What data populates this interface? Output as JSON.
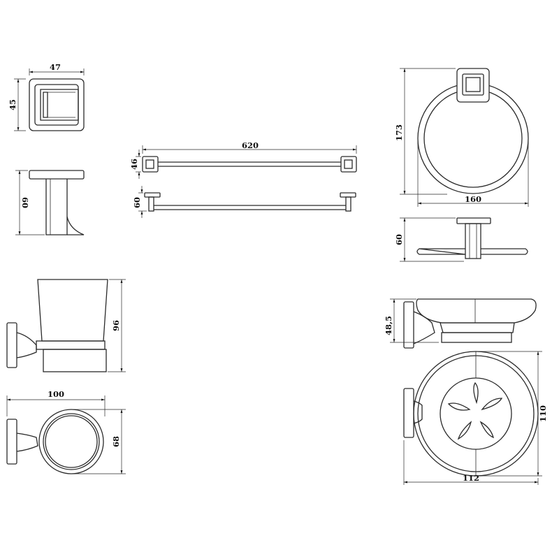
{
  "dimensions": {
    "hook_width": "47",
    "hook_height": "45",
    "hook_projection": "60",
    "towelbar_length": "620",
    "towelbar_height": "46",
    "towelbar_projection": "60",
    "ring_height": "173",
    "ring_width": "160",
    "ring_projection": "60",
    "tumbler_height": "96",
    "tumbler_depth": "100",
    "tumbler_width": "68",
    "soapdish_height": "48,5",
    "soapdish_width": "110",
    "soapdish_depth": "112"
  }
}
